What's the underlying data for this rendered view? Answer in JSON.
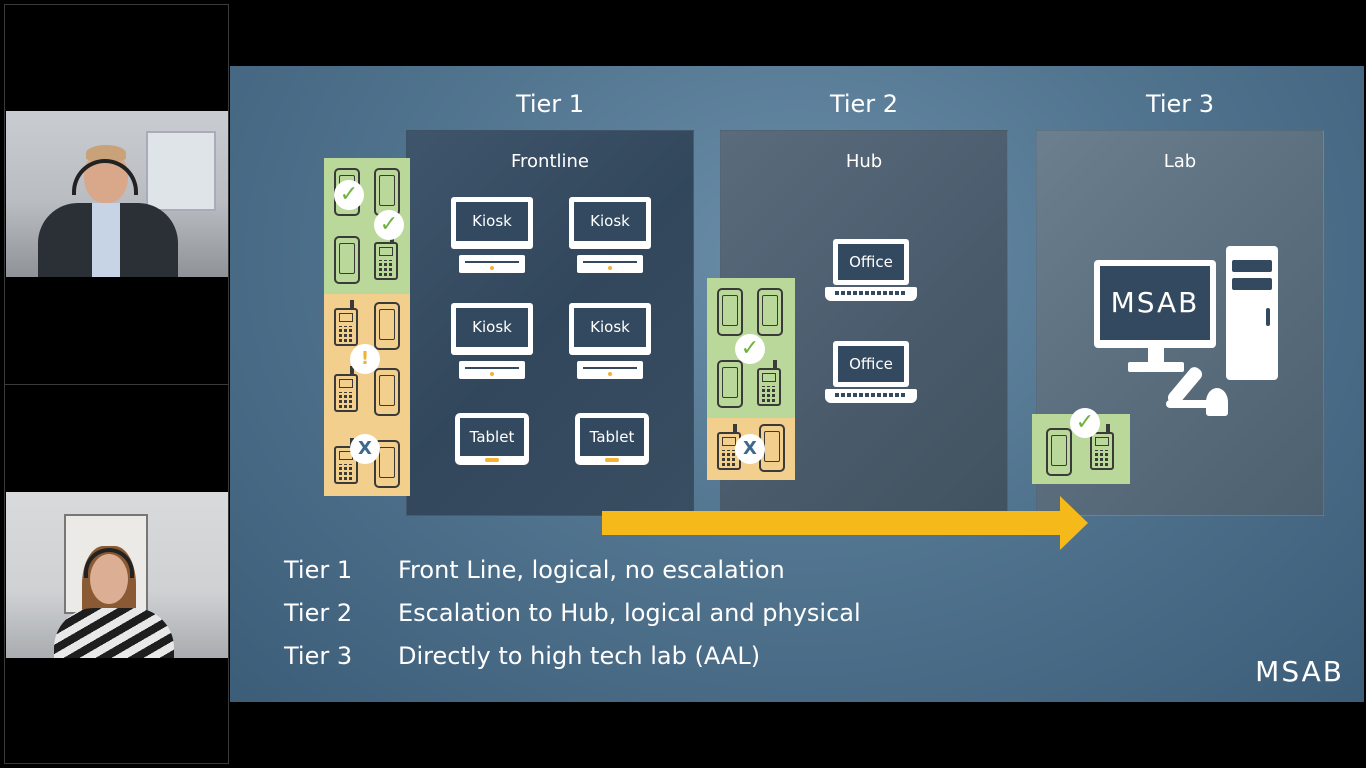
{
  "slide": {
    "tier_headers": [
      "Tier 1",
      "Tier 2",
      "Tier 3"
    ],
    "panels": {
      "frontline": "Frontline",
      "hub": "Hub",
      "lab": "Lab"
    },
    "kiosk_label": "Kiosk",
    "tablet_label": "Tablet",
    "office_label": "Office",
    "lab_screen_brand": "MSAB",
    "legend": [
      {
        "tier": "Tier 1",
        "desc": "Front Line, logical, no escalation"
      },
      {
        "tier": "Tier 2",
        "desc": "Escalation to Hub, logical and physical"
      },
      {
        "tier": "Tier 3",
        "desc": "Directly to high tech lab (AAL)"
      }
    ],
    "logo": "MSAB",
    "colors": {
      "accent_arrow": "#f6b91a",
      "status_ok": "#b9d89a",
      "status_escalate": "#f2cf8d",
      "screen": "#33495f"
    },
    "badges": {
      "check": "✓",
      "warn": "!",
      "cross": "X"
    }
  },
  "icons": {
    "check": "check-icon",
    "warning": "warning-icon",
    "cross": "cross-icon",
    "arrow": "arrow-right-icon"
  }
}
